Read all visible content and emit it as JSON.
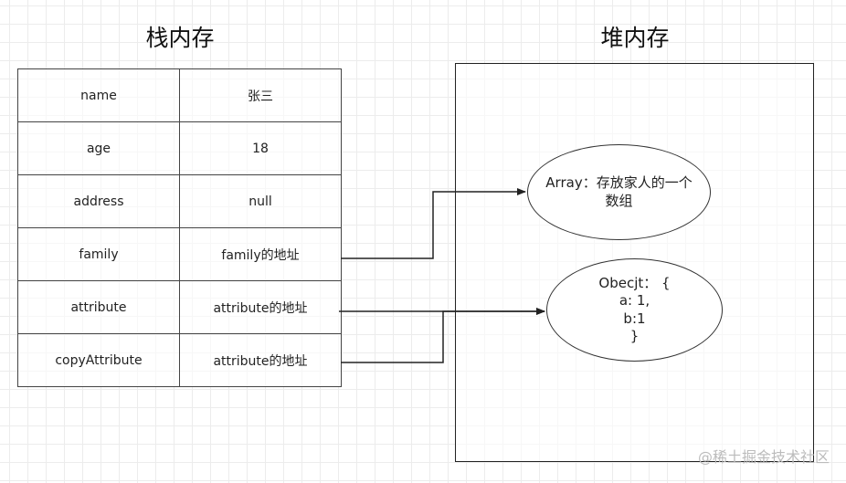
{
  "stack": {
    "title": "栈内存",
    "rows": [
      {
        "name": "name",
        "value": "张三"
      },
      {
        "name": "age",
        "value": "18"
      },
      {
        "name": "address",
        "value": "null"
      },
      {
        "name": "family",
        "value": "family的地址"
      },
      {
        "name": "attribute",
        "value": "attribute的地址"
      },
      {
        "name": "copyAttribute",
        "value": "attribute的地址"
      }
    ]
  },
  "heap": {
    "title": "堆内存",
    "array_node": {
      "text": "Array：存放家人的一个数组"
    },
    "object_node": {
      "lines": [
        "Obecjt：  {",
        "a: 1,",
        "b:1",
        "}"
      ]
    }
  },
  "watermark": "@稀土掘金技术社区",
  "colors": {
    "line": "#222222",
    "grid": "#ececec"
  }
}
